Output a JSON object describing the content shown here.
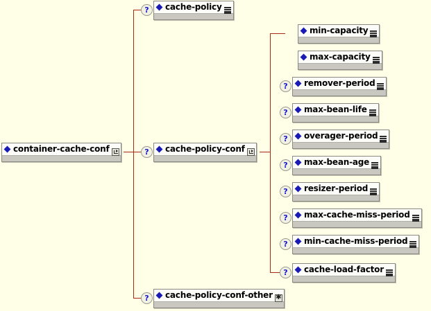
{
  "diagram": {
    "title": "container-cache-conf schema tree",
    "background_color": "#ffffe8",
    "connector_color": "#a82a16",
    "element_marker_color": "#1a1ab4",
    "optional_marker": "?"
  },
  "root": {
    "label": "container-cache-conf",
    "optional": false,
    "glyph": "expand-icon"
  },
  "branch": [
    {
      "label": "cache-policy",
      "optional": true,
      "glyph": "lines-icon"
    },
    {
      "label": "cache-policy-conf",
      "optional": true,
      "glyph": "expand-icon"
    },
    {
      "label": "cache-policy-conf-other",
      "optional": true,
      "glyph": "any-icon"
    }
  ],
  "children": [
    {
      "label": "min-capacity",
      "optional": false,
      "glyph": "lines-icon"
    },
    {
      "label": "max-capacity",
      "optional": false,
      "glyph": "lines-icon"
    },
    {
      "label": "remover-period",
      "optional": true,
      "glyph": "lines-icon"
    },
    {
      "label": "max-bean-life",
      "optional": true,
      "glyph": "lines-icon"
    },
    {
      "label": "overager-period",
      "optional": true,
      "glyph": "lines-icon"
    },
    {
      "label": "max-bean-age",
      "optional": true,
      "glyph": "lines-icon"
    },
    {
      "label": "resizer-period",
      "optional": true,
      "glyph": "lines-icon"
    },
    {
      "label": "max-cache-miss-period",
      "optional": true,
      "glyph": "lines-icon"
    },
    {
      "label": "min-cache-miss-period",
      "optional": true,
      "glyph": "lines-icon"
    },
    {
      "label": "cache-load-factor",
      "optional": true,
      "glyph": "lines-icon"
    }
  ]
}
